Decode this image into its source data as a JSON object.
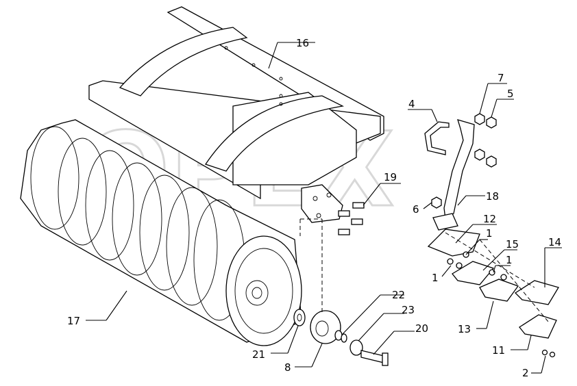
{
  "diagram": {
    "watermark": "OPEX",
    "callouts": [
      {
        "id": "c16",
        "text": "16"
      },
      {
        "id": "c7",
        "text": "7"
      },
      {
        "id": "c5",
        "text": "5"
      },
      {
        "id": "c4",
        "text": "4"
      },
      {
        "id": "c19",
        "text": "19"
      },
      {
        "id": "c6",
        "text": "6"
      },
      {
        "id": "c18",
        "text": "18"
      },
      {
        "id": "c12",
        "text": "12"
      },
      {
        "id": "c1a",
        "text": "1"
      },
      {
        "id": "c15",
        "text": "15"
      },
      {
        "id": "c14",
        "text": "14"
      },
      {
        "id": "c1b",
        "text": "1"
      },
      {
        "id": "c1c",
        "text": "1"
      },
      {
        "id": "c22",
        "text": "22"
      },
      {
        "id": "c23",
        "text": "23"
      },
      {
        "id": "c20",
        "text": "20"
      },
      {
        "id": "c17",
        "text": "17"
      },
      {
        "id": "c21",
        "text": "21"
      },
      {
        "id": "c8",
        "text": "8"
      },
      {
        "id": "c13",
        "text": "13"
      },
      {
        "id": "c11",
        "text": "11"
      },
      {
        "id": "c2",
        "text": "2"
      }
    ]
  }
}
